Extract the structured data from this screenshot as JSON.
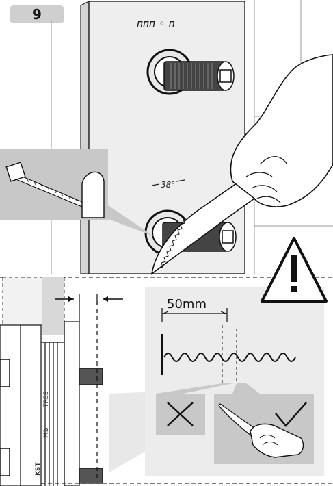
{
  "step": {
    "number": "9"
  },
  "panel": {
    "top_symbol": "ᴨᴨᴨ ◦ ᴨ",
    "temperature_mark": "38°"
  },
  "callout": {
    "measure_label": "50mm"
  },
  "side_labels": [
    "TRBS",
    "Mb",
    "KST"
  ],
  "colors": {
    "panel_gray": "#c8c8c8",
    "light_gray": "#e9e9e9",
    "line": "#1a1a1a"
  },
  "icons": {
    "wrong": "cross-icon",
    "right": "check-icon",
    "warning": "warning-icon"
  }
}
